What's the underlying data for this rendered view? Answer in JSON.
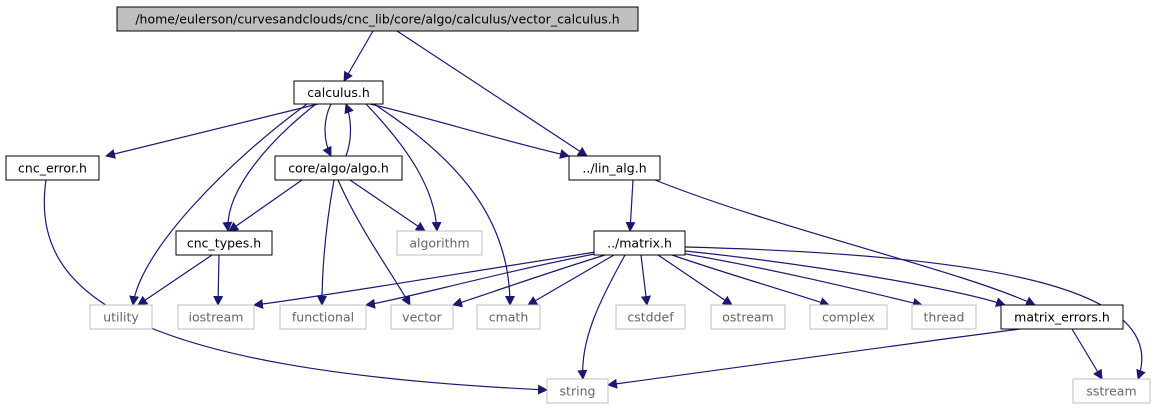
{
  "colors": {
    "edge": "#191970",
    "root_fill": "#bfbfbf",
    "local_border": "#000000",
    "system_border": "#bfbfbf",
    "local_text": "#000000",
    "system_text": "#666666"
  },
  "nodes": [
    {
      "id": "vector_calculus",
      "label": "/home/eulerson/curvesandclouds/cnc_lib/core/algo/calculus/vector_calculus.h",
      "kind": "root"
    },
    {
      "id": "calculus",
      "label": "calculus.h",
      "kind": "local"
    },
    {
      "id": "cnc_error",
      "label": "cnc_error.h",
      "kind": "local"
    },
    {
      "id": "core_algo_algo",
      "label": "core/algo/algo.h",
      "kind": "local"
    },
    {
      "id": "lin_alg",
      "label": "../lin_alg.h",
      "kind": "local"
    },
    {
      "id": "cnc_types",
      "label": "cnc_types.h",
      "kind": "local"
    },
    {
      "id": "algorithm",
      "label": "algorithm",
      "kind": "system"
    },
    {
      "id": "matrix",
      "label": "../matrix.h",
      "kind": "local"
    },
    {
      "id": "utility",
      "label": "utility",
      "kind": "system"
    },
    {
      "id": "iostream",
      "label": "iostream",
      "kind": "system"
    },
    {
      "id": "functional",
      "label": "functional",
      "kind": "system"
    },
    {
      "id": "vector",
      "label": "vector",
      "kind": "system"
    },
    {
      "id": "cmath",
      "label": "cmath",
      "kind": "system"
    },
    {
      "id": "cstddef",
      "label": "cstddef",
      "kind": "system"
    },
    {
      "id": "ostream",
      "label": "ostream",
      "kind": "system"
    },
    {
      "id": "complex",
      "label": "complex",
      "kind": "system"
    },
    {
      "id": "thread",
      "label": "thread",
      "kind": "system"
    },
    {
      "id": "matrix_errors",
      "label": "matrix_errors.h",
      "kind": "local"
    },
    {
      "id": "string",
      "label": "string",
      "kind": "system"
    },
    {
      "id": "sstream",
      "label": "sstream",
      "kind": "system"
    }
  ],
  "edges": [
    [
      "vector_calculus",
      "calculus"
    ],
    [
      "vector_calculus",
      "lin_alg"
    ],
    [
      "calculus",
      "cnc_error"
    ],
    [
      "calculus",
      "core_algo_algo"
    ],
    [
      "core_algo_algo",
      "calculus"
    ],
    [
      "calculus",
      "lin_alg"
    ],
    [
      "calculus",
      "cnc_types"
    ],
    [
      "calculus",
      "utility"
    ],
    [
      "calculus",
      "algorithm"
    ],
    [
      "calculus",
      "cmath"
    ],
    [
      "cnc_error",
      "string"
    ],
    [
      "core_algo_algo",
      "cnc_types"
    ],
    [
      "core_algo_algo",
      "algorithm"
    ],
    [
      "core_algo_algo",
      "functional"
    ],
    [
      "core_algo_algo",
      "vector"
    ],
    [
      "lin_alg",
      "matrix"
    ],
    [
      "lin_alg",
      "matrix_errors"
    ],
    [
      "cnc_types",
      "utility"
    ],
    [
      "cnc_types",
      "iostream"
    ],
    [
      "matrix",
      "iostream"
    ],
    [
      "matrix",
      "functional"
    ],
    [
      "matrix",
      "vector"
    ],
    [
      "matrix",
      "cmath"
    ],
    [
      "matrix",
      "string"
    ],
    [
      "matrix",
      "cstddef"
    ],
    [
      "matrix",
      "ostream"
    ],
    [
      "matrix",
      "complex"
    ],
    [
      "matrix",
      "thread"
    ],
    [
      "matrix",
      "matrix_errors"
    ],
    [
      "matrix",
      "sstream"
    ],
    [
      "matrix_errors",
      "string"
    ],
    [
      "matrix_errors",
      "sstream"
    ]
  ]
}
